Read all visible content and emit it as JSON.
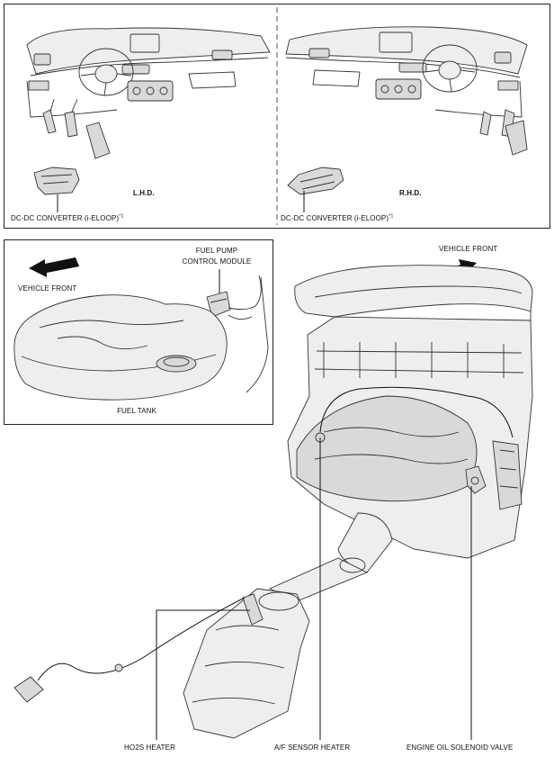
{
  "dashboard_panel": {
    "lhd": {
      "title": "L.H.D.",
      "component_label": "DC-DC CONVERTER (i-ELOOP)",
      "footnote": "*1"
    },
    "rhd": {
      "title": "R.H.D.",
      "component_label": "DC-DC CONVERTER (i-ELOOP)",
      "footnote": "*1"
    }
  },
  "fuel_tank_panel": {
    "pump_label_line1": "FUEL PUMP",
    "pump_label_line2": "CONTROL MODULE",
    "vehicle_front": "VEHICLE FRONT",
    "tank_label": "FUEL TANK"
  },
  "engine_view": {
    "vehicle_front": "VEHICLE FRONT",
    "callouts": [
      "HO2S HEATER",
      "A/F SENSOR HEATER",
      "ENGINE OIL SOLENOID VALVE"
    ]
  }
}
